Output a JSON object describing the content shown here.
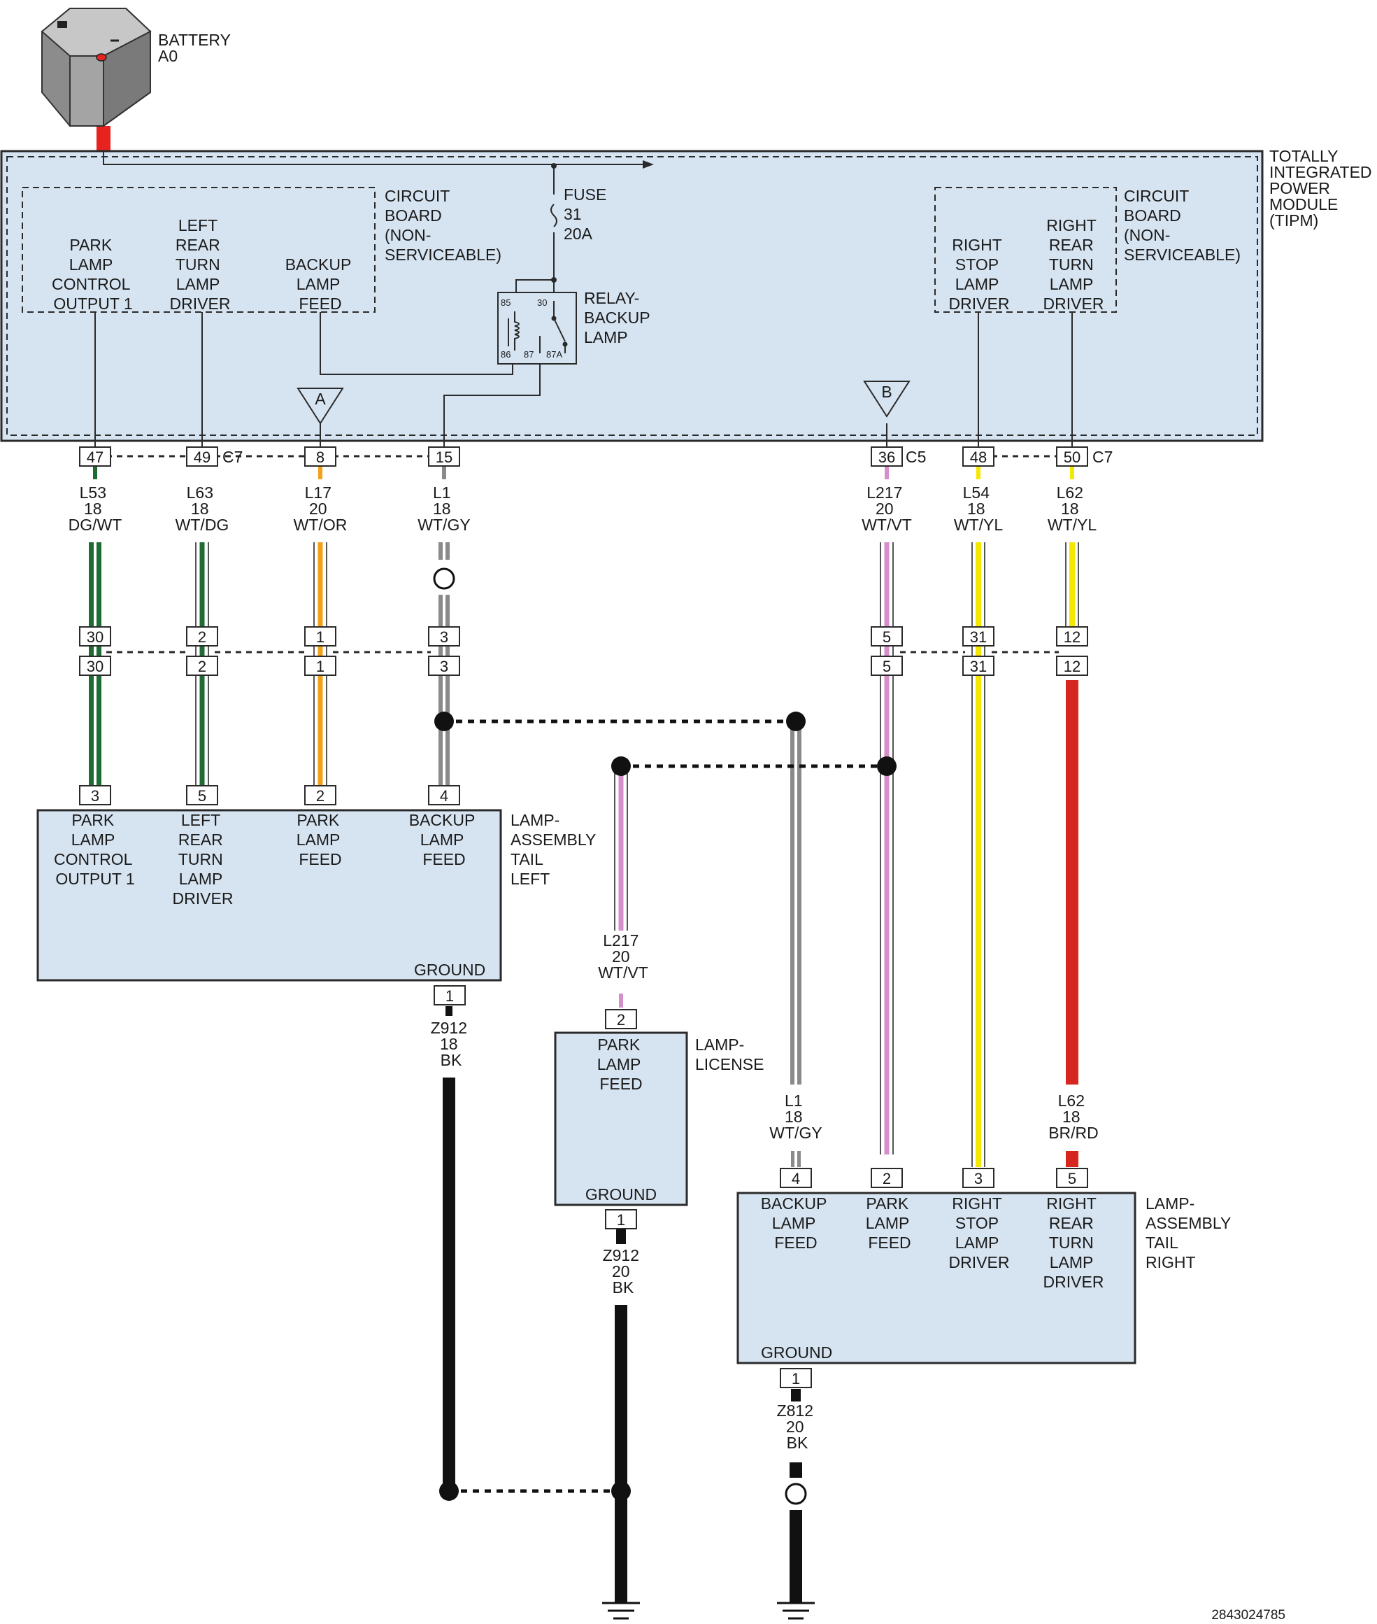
{
  "battery": {
    "label": [
      "BATTERY",
      "A0"
    ]
  },
  "tipm": {
    "title": [
      "TOTALLY",
      "INTEGRATED",
      "POWER",
      "MODULE",
      "(TIPM)"
    ],
    "board_left": {
      "label": [
        "CIRCUIT",
        "BOARD",
        "(NON-",
        "SERVICEABLE)"
      ]
    },
    "board_right": {
      "label": [
        "CIRCUIT",
        "BOARD",
        "(NON-",
        "SERVICEABLE)"
      ]
    },
    "outputs_left": [
      [
        "PARK",
        "LAMP",
        "CONTROL",
        "OUTPUT 1"
      ],
      [
        "LEFT",
        "REAR",
        "TURN",
        "LAMP",
        "DRIVER"
      ],
      [
        "BACKUP",
        "LAMP",
        "FEED"
      ]
    ],
    "outputs_right": [
      [
        "RIGHT",
        "STOP",
        "LAMP",
        "DRIVER"
      ],
      [
        "RIGHT",
        "REAR",
        "TURN",
        "LAMP",
        "DRIVER"
      ]
    ],
    "fuse": [
      "FUSE",
      "31",
      "20A"
    ],
    "relay": {
      "label": [
        "RELAY-",
        "BACKUP",
        "LAMP"
      ],
      "terminals": [
        "85",
        "30",
        "86",
        "87",
        "87A"
      ]
    },
    "flags": [
      "A",
      "B"
    ]
  },
  "connectors": {
    "c7": "C7",
    "c5": "C5"
  },
  "tipm_pins": [
    "47",
    "49",
    "8",
    "15",
    "36",
    "48",
    "50"
  ],
  "wires": [
    [
      "L53",
      "18",
      "DG/WT"
    ],
    [
      "L63",
      "18",
      "WT/DG"
    ],
    [
      "L17",
      "20",
      "WT/OR"
    ],
    [
      "L1",
      "18",
      "WT/GY"
    ],
    [
      "L217",
      "20",
      "WT/VT"
    ],
    [
      "L54",
      "18",
      "WT/YL"
    ],
    [
      "L62",
      "18",
      "WT/YL"
    ]
  ],
  "inline_pins": [
    "30",
    "2",
    "1",
    "3",
    "5",
    "31",
    "12"
  ],
  "tail_left": {
    "label": [
      "LAMP-",
      "ASSEMBLY",
      "TAIL",
      "LEFT"
    ],
    "pins": [
      "3",
      "5",
      "2",
      "4"
    ],
    "functions": [
      [
        "PARK",
        "LAMP",
        "CONTROL",
        "OUTPUT 1"
      ],
      [
        "LEFT",
        "REAR",
        "TURN",
        "LAMP",
        "DRIVER"
      ],
      [
        "PARK",
        "LAMP",
        "FEED"
      ],
      [
        "BACKUP",
        "LAMP",
        "FEED"
      ]
    ],
    "ground_label": "GROUND",
    "ground_pin": "1",
    "ground_wire": [
      "Z912",
      "18",
      "BK"
    ]
  },
  "license": {
    "label": [
      "LAMP-",
      "LICENSE"
    ],
    "feed_wire": [
      "L217",
      "20",
      "WT/VT"
    ],
    "pin": "2",
    "function": [
      "PARK",
      "LAMP",
      "FEED"
    ],
    "ground_label": "GROUND",
    "ground_pin": "1",
    "ground_wire": [
      "Z912",
      "20",
      "BK"
    ]
  },
  "tail_right": {
    "label": [
      "LAMP-",
      "ASSEMBLY",
      "TAIL",
      "RIGHT"
    ],
    "feed_wires": [
      [
        "L1",
        "18",
        "WT/GY"
      ],
      [
        "L62",
        "18",
        "BR/RD"
      ]
    ],
    "pins": [
      "4",
      "2",
      "3",
      "5"
    ],
    "functions": [
      [
        "BACKUP",
        "LAMP",
        "FEED"
      ],
      [
        "PARK",
        "LAMP",
        "FEED"
      ],
      [
        "RIGHT",
        "STOP",
        "LAMP",
        "DRIVER"
      ],
      [
        "RIGHT",
        "REAR",
        "TURN",
        "LAMP",
        "DRIVER"
      ]
    ],
    "ground_label": "GROUND",
    "ground_pin": "1",
    "ground_wire": [
      "Z812",
      "20",
      "BK"
    ]
  },
  "doc_id": "2843024785",
  "colors": {
    "module_fill": "#d6e4f2",
    "battery_red": "#e8231f",
    "dark_green": "#1e6b34",
    "orange": "#f3a11a",
    "gray": "#8a8a8a",
    "violet": "#d78fcb",
    "yellow": "#f5e800",
    "red": "#d7261f",
    "black": "#111111"
  }
}
